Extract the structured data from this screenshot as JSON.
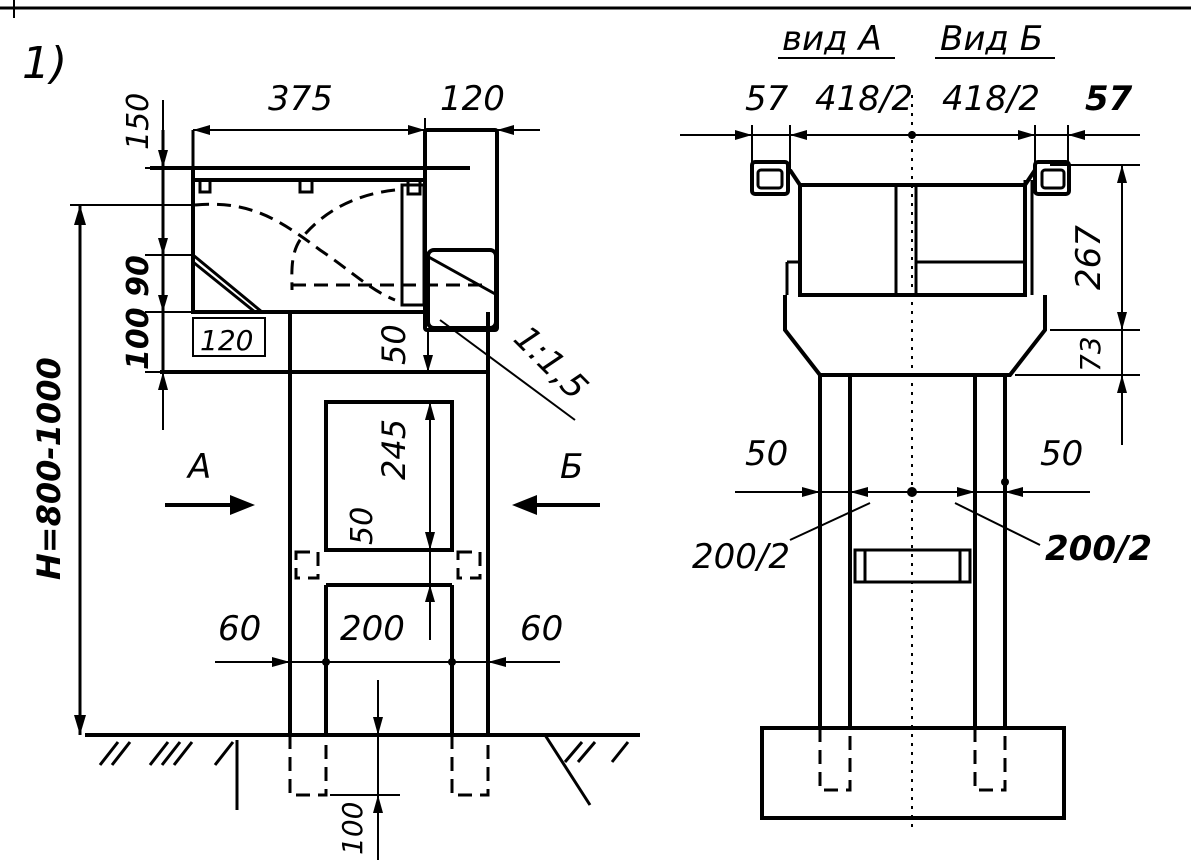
{
  "figure_number": "1)",
  "left_view": {
    "dims": {
      "d375": "375",
      "d120_top": "120",
      "d150": "150",
      "d100_90": "100 90",
      "d120_inner": "120",
      "d50_top": "50",
      "slope": "1:1,5",
      "d245": "245",
      "d50_mid": "50",
      "d60_left": "60",
      "d200": "200",
      "d60_right": "60",
      "d100_bottom": "100",
      "height": "H=800-1000"
    },
    "arrow_a": "A",
    "arrow_b": "Б"
  },
  "right_view": {
    "view_a_title": "вид А",
    "view_b_title": "Вид Б",
    "dims": {
      "d57_left": "57",
      "d418_left": "418/2",
      "d418_right": "418/2",
      "d57_right": "57",
      "d267": "267",
      "d73": "73",
      "d50_left": "50",
      "d50_right": "50",
      "d200_left": "200/2",
      "d200_right": "200/2"
    }
  }
}
